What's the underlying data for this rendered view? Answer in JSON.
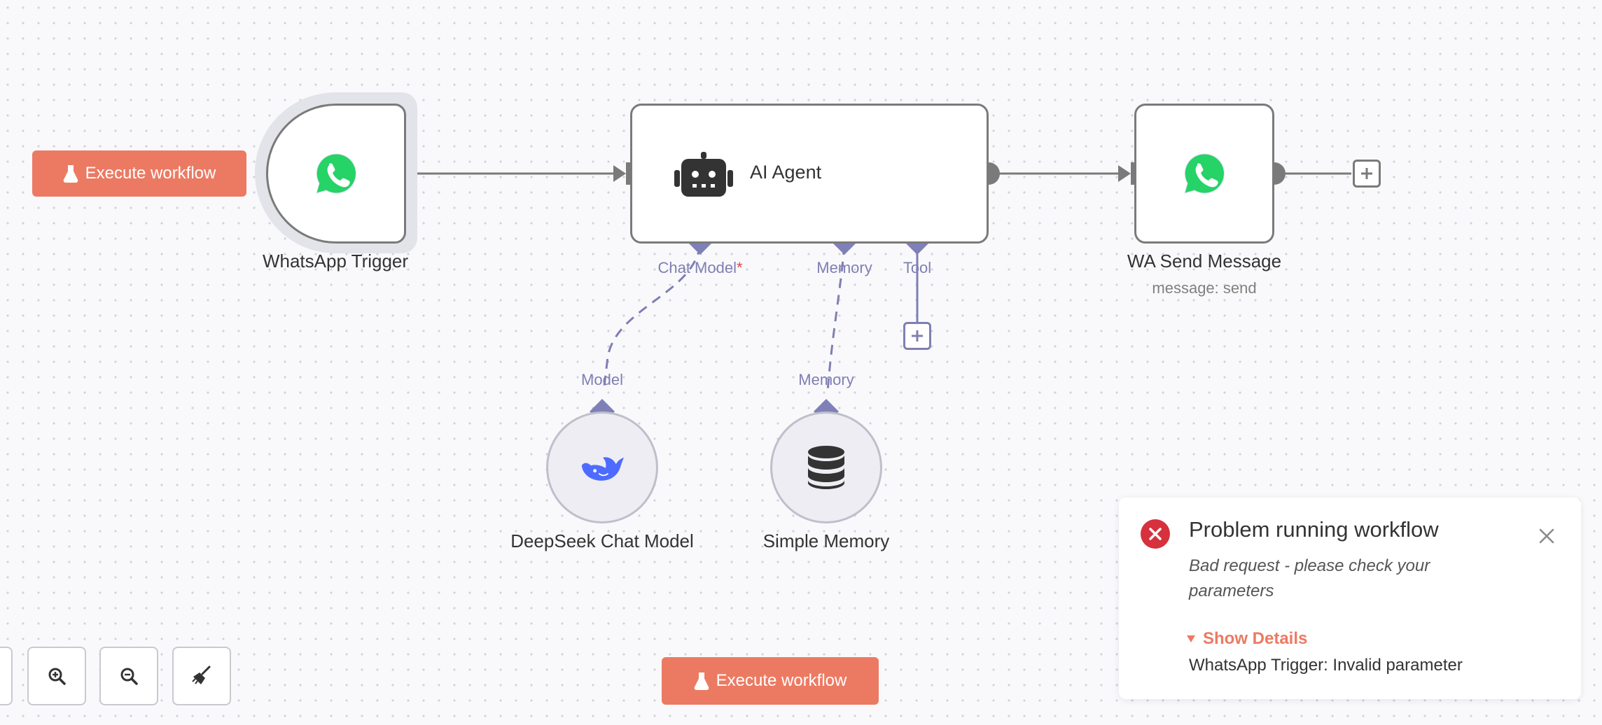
{
  "canvas": {
    "execute_workflow_label": "Execute workflow"
  },
  "nodes": {
    "whatsapp_trigger": {
      "label": "WhatsApp Trigger",
      "icon": "whatsapp-icon"
    },
    "ai_agent": {
      "label": "AI Agent",
      "icon": "robot-icon",
      "ports": {
        "chat_model": "Chat Model",
        "chat_model_required": "*",
        "memory": "Memory",
        "tool": "Tool"
      }
    },
    "wa_send_message": {
      "label": "WA Send Message",
      "subtitle": "message: send",
      "icon": "whatsapp-icon"
    },
    "deepseek_chat_model": {
      "label": "DeepSeek Chat Model",
      "port": "Model",
      "icon": "deepseek-whale-icon"
    },
    "simple_memory": {
      "label": "Simple Memory",
      "port": "Memory",
      "icon": "database-icon"
    }
  },
  "toolbar": {
    "zoom_in": "zoom-in-icon",
    "zoom_out": "zoom-out-icon",
    "tidy_up": "broom-icon"
  },
  "toast": {
    "title": "Problem running workflow",
    "message": "Bad request - please check your parameters",
    "details_label": "Show Details",
    "error_detail": "WhatsApp Trigger: Invalid parameter"
  },
  "colors": {
    "accent": "#ec7a63",
    "node_border": "#7a7a7a",
    "sub_port": "#7f7fb3",
    "error": "#d6313d",
    "whatsapp": "#25d366"
  }
}
